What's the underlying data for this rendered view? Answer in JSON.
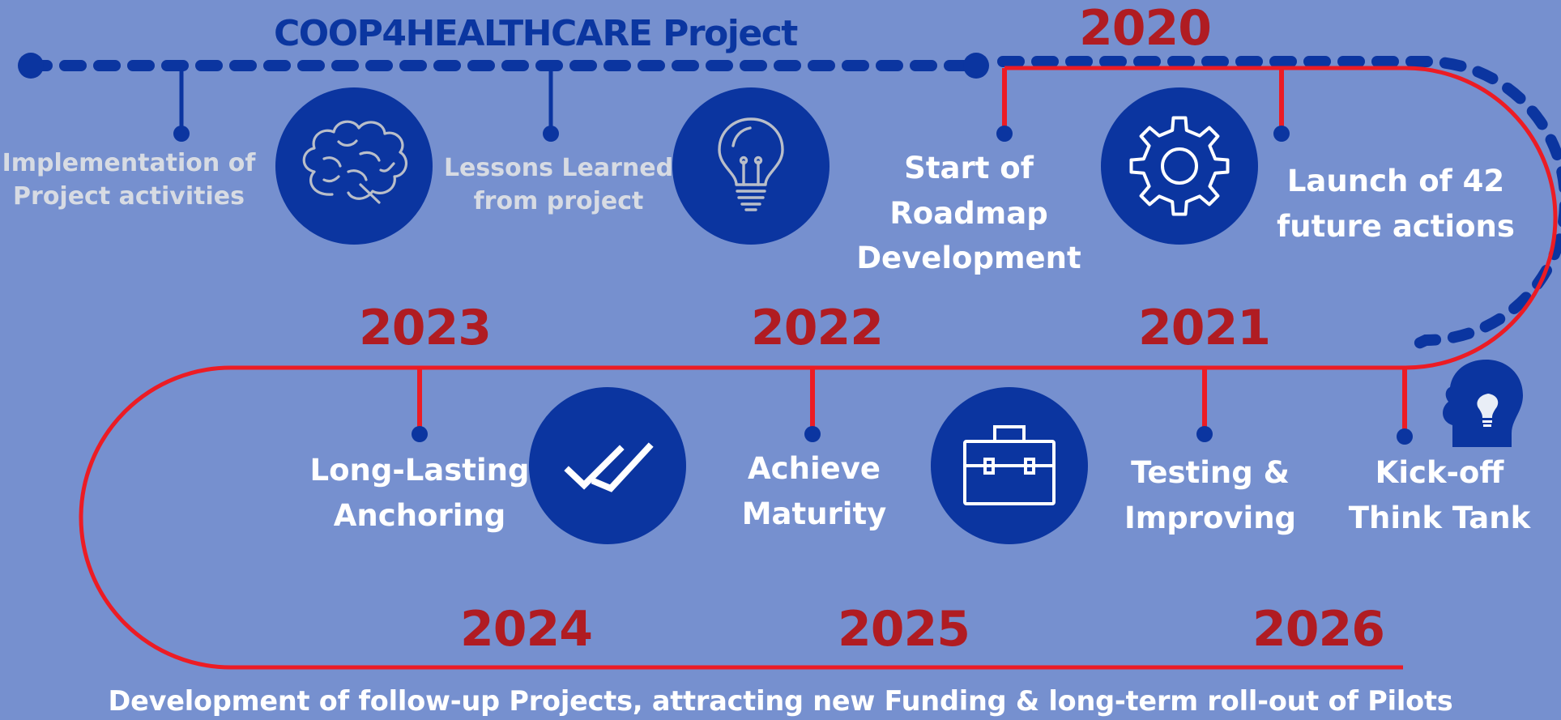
{
  "title": "COOP4HEALTHCARE Project",
  "colors": {
    "background": "#7690cf",
    "circle": "#0b35a0",
    "red_path": "#ec1c24",
    "year_text": "#b01c22",
    "dotted_path": "#0b35a0"
  },
  "project_milestones": [
    {
      "line1": "Implementation of",
      "line2": "Project activities"
    },
    {
      "line1": "Lessons Learned",
      "line2": "from project"
    }
  ],
  "years": [
    "2020",
    "2021",
    "2022",
    "2023",
    "2024",
    "2025",
    "2026"
  ],
  "roadmap_milestones": {
    "start": [
      "Start of",
      "Roadmap",
      "Development"
    ],
    "launch": [
      "Launch of 42",
      "future actions"
    ],
    "kickoff": [
      "Kick-off",
      "Think Tank"
    ],
    "testing": [
      "Testing &",
      "Improving"
    ],
    "maturity": [
      "Achieve",
      "Maturity"
    ],
    "anchoring": [
      "Long-Lasting",
      "Anchoring"
    ]
  },
  "icons": [
    "brain-icon",
    "lightbulb-icon",
    "gear-icon",
    "briefcase-icon",
    "double-check-icon",
    "head-idea-icon"
  ],
  "footer": "Development of follow-up Projects, attracting new Funding & long-term roll-out of Pilots"
}
